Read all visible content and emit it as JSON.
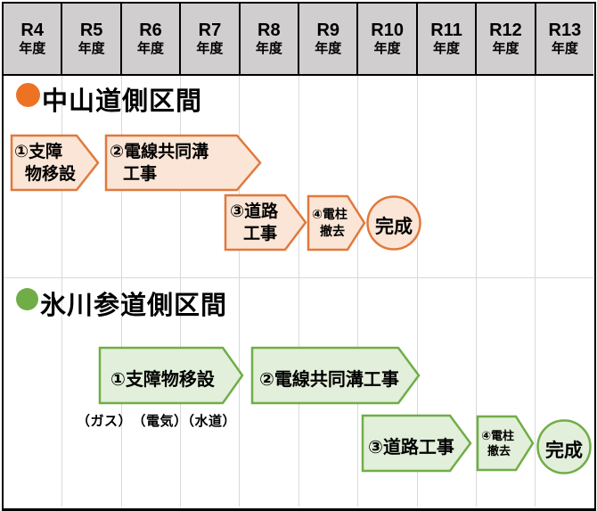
{
  "colors": {
    "orange_accent": "#ED7224",
    "orange_border": "#E0793C",
    "orange_fill": "#FBE5D6",
    "green_accent": "#70AD47",
    "green_border": "#70AD47",
    "green_fill": "#E2EFDA",
    "header_bg": "#D0CECE",
    "grid_line": "#D9D9D9",
    "frame": "#000000"
  },
  "header": {
    "columns": [
      {
        "era": "R4",
        "unit": "年度"
      },
      {
        "era": "R5",
        "unit": "年度"
      },
      {
        "era": "R6",
        "unit": "年度"
      },
      {
        "era": "R7",
        "unit": "年度"
      },
      {
        "era": "R8",
        "unit": "年度"
      },
      {
        "era": "R9",
        "unit": "年度"
      },
      {
        "era": "R10",
        "unit": "年度"
      },
      {
        "era": "R11",
        "unit": "年度"
      },
      {
        "era": "R12",
        "unit": "年度"
      },
      {
        "era": "R13",
        "unit": "年度"
      }
    ]
  },
  "sections": [
    {
      "title": "中山道側区間",
      "steps": [
        {
          "line1": "①支障",
          "line2": "物移設"
        },
        {
          "line1": "②電線共同溝",
          "line2": "工事"
        },
        {
          "line1": "③道路",
          "line2": "工事"
        },
        {
          "line1": "④電柱",
          "line2": "撤去"
        },
        {
          "label": "完成"
        }
      ]
    },
    {
      "title": "氷川参道側区間",
      "steps": [
        {
          "label": "①支障物移設",
          "note": "（ガス）　（電気）（水道）"
        },
        {
          "label": "②電線共同溝工事"
        },
        {
          "label": "③道路工事"
        },
        {
          "line1": "④電柱",
          "line2": "撤去"
        },
        {
          "label": "完成"
        }
      ]
    }
  ],
  "chart_data": {
    "type": "gantt-timeline",
    "x_axis": {
      "unit": "年度 (fiscal year)",
      "categories": [
        "R4",
        "R5",
        "R6",
        "R7",
        "R8",
        "R9",
        "R10",
        "R11",
        "R12",
        "R13"
      ]
    },
    "series": [
      {
        "name": "中山道側区間",
        "color": "#ED7224",
        "tasks": [
          {
            "label": "①支障物移設",
            "start_fy": 4.0,
            "end_fy": 5.6,
            "shape": "arrow"
          },
          {
            "label": "②電線共同溝工事",
            "start_fy": 5.7,
            "end_fy": 8.4,
            "shape": "arrow"
          },
          {
            "label": "③道路工事",
            "start_fy": 7.8,
            "end_fy": 9.1,
            "shape": "arrow"
          },
          {
            "label": "④電柱撤去",
            "start_fy": 9.2,
            "end_fy": 10.1,
            "shape": "arrow"
          },
          {
            "label": "完成",
            "start_fy": 10.2,
            "end_fy": 11.0,
            "shape": "circle-milestone"
          }
        ]
      },
      {
        "name": "氷川参道側区間",
        "color": "#70AD47",
        "tasks": [
          {
            "label": "①支障物移設",
            "note": "（ガス）（電気）（水道）",
            "start_fy": 5.6,
            "end_fy": 8.1,
            "shape": "arrow"
          },
          {
            "label": "②電線共同溝工事",
            "start_fy": 8.2,
            "end_fy": 11.0,
            "shape": "arrow"
          },
          {
            "label": "③道路工事",
            "start_fy": 10.1,
            "end_fy": 11.9,
            "shape": "arrow"
          },
          {
            "label": "④電柱撤去",
            "start_fy": 12.0,
            "end_fy": 13.0,
            "shape": "arrow"
          },
          {
            "label": "完成",
            "start_fy": 13.0,
            "end_fy": 13.9,
            "shape": "circle-milestone"
          }
        ]
      }
    ]
  }
}
